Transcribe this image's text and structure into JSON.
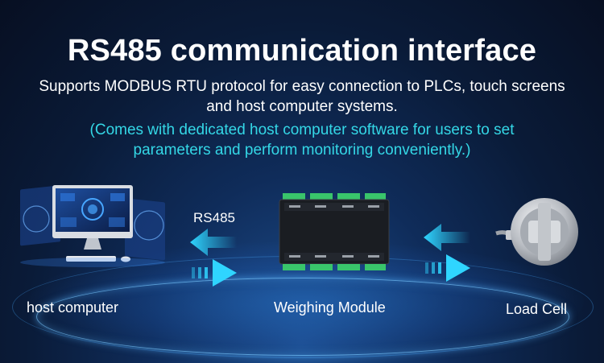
{
  "header": {
    "title": "RS485 communication interface",
    "subtitle_line1": "Supports MODBUS RTU protocol for easy connection to PLCs, touch screens",
    "subtitle_line2": "and host computer systems.",
    "note_line1": "(Comes with dedicated host computer software for users to set",
    "note_line2": "parameters and perform monitoring conveniently.)"
  },
  "diagram": {
    "protocol_label": "RS485",
    "host_label": "host computer",
    "module_label": "Weighing Module",
    "cell_label": "Load Cell"
  },
  "colors": {
    "accent_cyan": "#34d7e6",
    "arrow_cyan": "#2fd5ff",
    "background": "#0a1b38"
  }
}
